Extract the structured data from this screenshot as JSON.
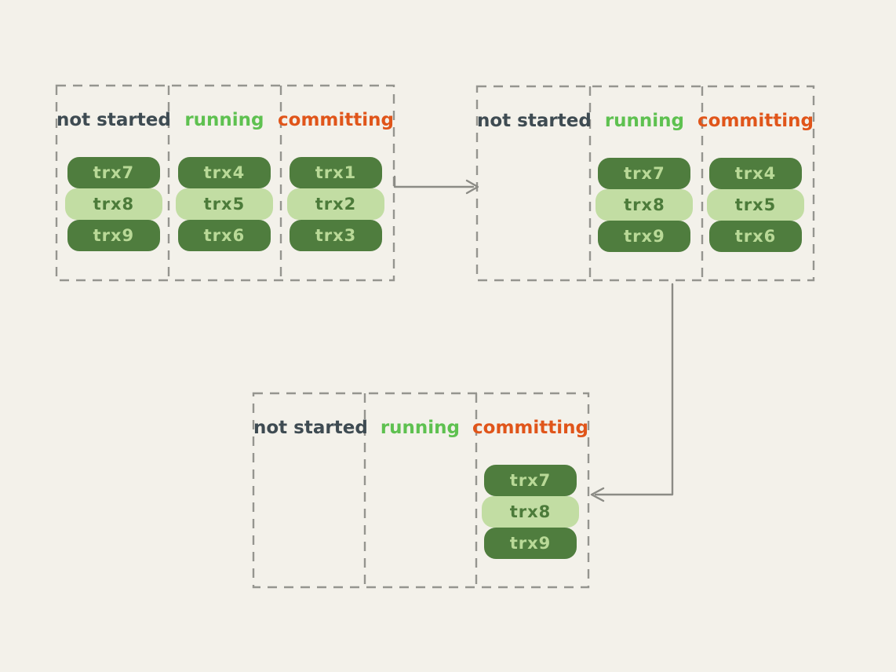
{
  "colors": {
    "bg": "#f3f1ea",
    "panel-border": "#95958f",
    "arrow": "#8b8b85",
    "pill-dark": "#4f7d3e",
    "pill-light": "#c2dda3",
    "pill-text-on-dark": "#b9d997",
    "pill-text-on-light": "#4c7b3a",
    "label-not-started": "#3e4b52",
    "label-running": "#5ec150",
    "label-committing": "#e0551a"
  },
  "diagram": {
    "column_states": [
      "not started",
      "running",
      "committing"
    ],
    "panels": [
      {
        "columns": [
          {
            "label": "not started",
            "pills": [
              {
                "text": "trx7",
                "variant": "dark"
              },
              {
                "text": "trx8",
                "variant": "light"
              },
              {
                "text": "trx9",
                "variant": "dark"
              }
            ]
          },
          {
            "label": "running",
            "pills": [
              {
                "text": "trx4",
                "variant": "dark"
              },
              {
                "text": "trx5",
                "variant": "light"
              },
              {
                "text": "trx6",
                "variant": "dark"
              }
            ]
          },
          {
            "label": "committing",
            "pills": [
              {
                "text": "trx1",
                "variant": "dark"
              },
              {
                "text": "trx2",
                "variant": "light"
              },
              {
                "text": "trx3",
                "variant": "dark"
              }
            ]
          }
        ]
      },
      {
        "columns": [
          {
            "label": "not started",
            "pills": []
          },
          {
            "label": "running",
            "pills": [
              {
                "text": "trx7",
                "variant": "dark"
              },
              {
                "text": "trx8",
                "variant": "light"
              },
              {
                "text": "trx9",
                "variant": "dark"
              }
            ]
          },
          {
            "label": "committing",
            "pills": [
              {
                "text": "trx4",
                "variant": "dark"
              },
              {
                "text": "trx5",
                "variant": "light"
              },
              {
                "text": "trx6",
                "variant": "dark"
              }
            ]
          }
        ]
      },
      {
        "columns": [
          {
            "label": "not started",
            "pills": []
          },
          {
            "label": "running",
            "pills": []
          },
          {
            "label": "committing",
            "pills": [
              {
                "text": "trx7",
                "variant": "dark"
              },
              {
                "text": "trx8",
                "variant": "light"
              },
              {
                "text": "trx9",
                "variant": "dark"
              }
            ]
          }
        ]
      }
    ]
  }
}
